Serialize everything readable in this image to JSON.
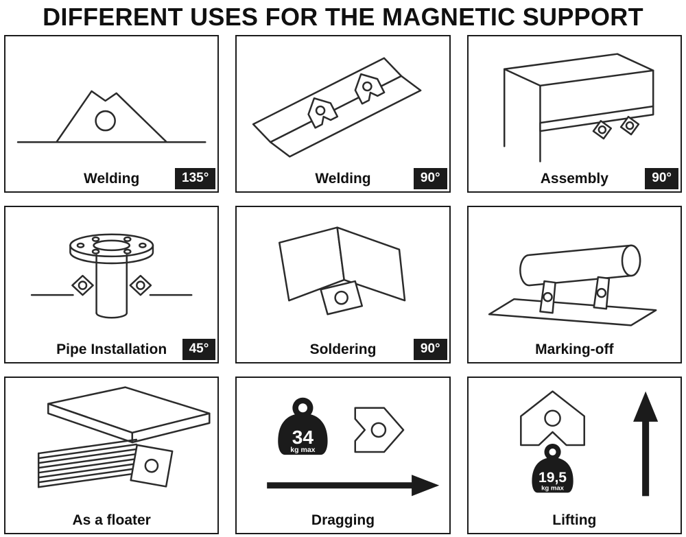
{
  "title": "DIFFERENT USES FOR THE MAGNETIC SUPPORT",
  "colors": {
    "ink": "#1b1b1b",
    "paper": "#ffffff",
    "line": "#2b2b2b"
  },
  "panels": [
    {
      "id": "welding-135",
      "label": "Welding",
      "badge": "135°",
      "illustration": "arrow-magnet standing on a flat workpiece"
    },
    {
      "id": "welding-90",
      "label": "Welding",
      "badge": "90°",
      "illustration": "two arrow-magnets holding plates in a 90-degree channel"
    },
    {
      "id": "assembly",
      "label": "Assembly",
      "badge": "90°",
      "illustration": "magnets holding a shelf inside a cabinet at a right angle"
    },
    {
      "id": "pipe-installation",
      "label": "Pipe Installation",
      "badge": "45°",
      "illustration": "magnets aligning a flanged pipe on a base plate"
    },
    {
      "id": "soldering",
      "label": "Soldering",
      "badge": "90°",
      "illustration": "magnet holding a bent sheet at a right angle"
    },
    {
      "id": "marking-off",
      "label": "Marking-off",
      "illustration": "cylinder held on magnet supports over a marking plate"
    },
    {
      "id": "as-a-floater",
      "label": "As a floater",
      "illustration": "magnet clamping a stack of thin sheets at a table corner"
    },
    {
      "id": "dragging",
      "label": "Dragging",
      "weight": {
        "value": "34",
        "unit": "kg max"
      },
      "illustration": "weight, arrow-magnet and long arrow pointing right"
    },
    {
      "id": "lifting",
      "label": "Lifting",
      "weight": {
        "value": "19,5",
        "unit": "kg max"
      },
      "illustration": "arrow-magnet lifting a weight with long arrow pointing up"
    }
  ]
}
